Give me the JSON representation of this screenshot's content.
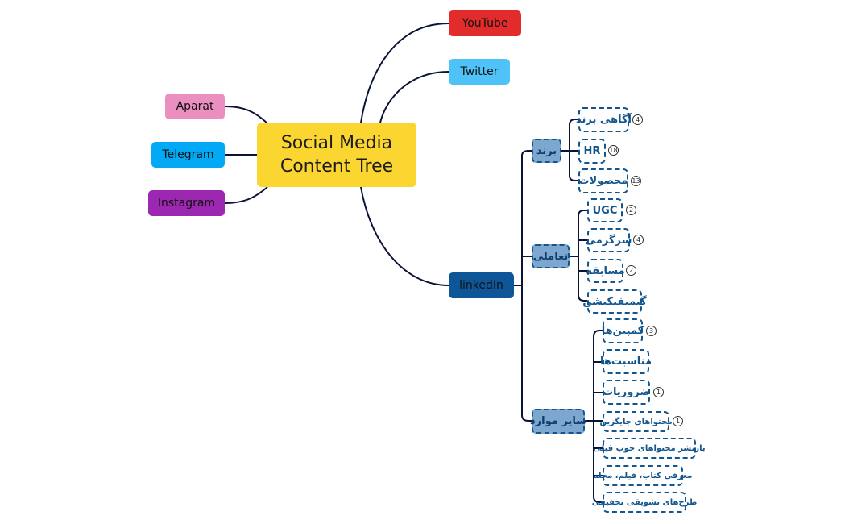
{
  "root": {
    "line1": "Social Media",
    "line2": "Content Tree"
  },
  "platforms": {
    "youtube": "YouTube",
    "twitter": "Twitter",
    "aparat": "Aparat",
    "telegram": "Telegram",
    "instagram": "Instagram",
    "linkedin": "linkedIn"
  },
  "colors": {
    "root": "#fbd530",
    "youtube": "#e22b2b",
    "twitter": "#4fc3f7",
    "aparat": "#ea8fc0",
    "telegram": "#03a9f4",
    "instagram": "#9c27b0",
    "linkedin": "#0e5697",
    "category": "#7da7cf",
    "leaf_border": "#13568f"
  },
  "categories": {
    "brand": "برند",
    "interactive": "تعاملی",
    "other": "سایر موارد"
  },
  "brand_items": [
    {
      "label": "آگاهی برند",
      "count": "4"
    },
    {
      "label": "HR",
      "count": "18"
    },
    {
      "label": "محصولات",
      "count": "13"
    }
  ],
  "interactive_items": [
    {
      "label": "UGC",
      "count": "2"
    },
    {
      "label": "سرگرمی",
      "count": "4"
    },
    {
      "label": "مسابقه",
      "count": "2"
    },
    {
      "label": "گیمیفیکیشن",
      "count": ""
    }
  ],
  "other_items": [
    {
      "label": "کمپین‌ها",
      "count": "3"
    },
    {
      "label": "مناسبت‌ها",
      "count": ""
    },
    {
      "label": "ضروریات",
      "count": "1"
    },
    {
      "label": "محتواهای جایگزین",
      "count": "1"
    },
    {
      "label": "بازنشر محتواهای خوب قبلی",
      "count": ""
    },
    {
      "label": "معرفی کتاب، فیلم، مجله",
      "count": ""
    },
    {
      "label": "طرح‌های تشویقی تخفیفی",
      "count": ""
    }
  ]
}
